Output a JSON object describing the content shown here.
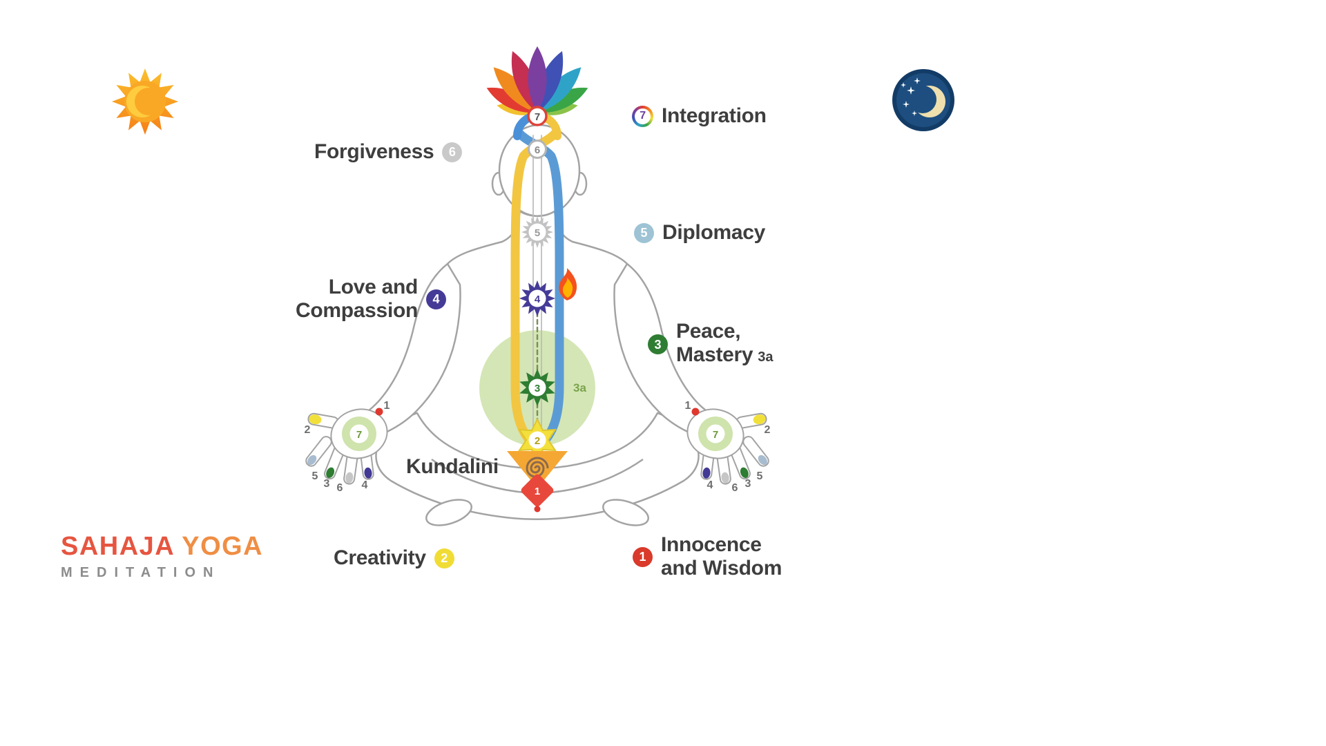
{
  "brand": {
    "primary": "SAHAJA",
    "secondary": "YOGA",
    "tagline": "MEDITATION"
  },
  "annotations": {
    "forgiveness": {
      "text": "Forgiveness",
      "number": "6"
    },
    "integration": {
      "text": "Integration",
      "number": "7"
    },
    "diplomacy": {
      "text": "Diplomacy",
      "number": "5"
    },
    "love": {
      "line1": "Love and",
      "line2": "Compassion",
      "number": "4"
    },
    "peace": {
      "line1": "Peace,",
      "line2": "Mastery",
      "sub": "3a",
      "number": "3"
    },
    "kundalini": {
      "text": "Kundalini"
    },
    "creativity": {
      "text": "Creativity",
      "number": "2"
    },
    "innocence": {
      "line1": "Innocence",
      "line2": "and Wisdom",
      "number": "1"
    }
  },
  "chakras": {
    "c1": "1",
    "c2": "2",
    "c3": "3",
    "c3a": "3a",
    "c4": "4",
    "c5": "5",
    "c6": "6",
    "c7": "7"
  },
  "hands": {
    "left": {
      "palm": "7",
      "index_tip": "1",
      "thumb": "2",
      "finger_row": [
        "5",
        "3",
        "6",
        "4"
      ]
    },
    "right": {
      "palm": "7",
      "index_tip": "1",
      "thumb": "2",
      "finger_row": [
        "4",
        "6",
        "3",
        "5"
      ]
    }
  },
  "colors": {
    "left_channel_yellow": "#f2c641",
    "right_channel_blue": "#5b9bd5",
    "chakra1_red": "#e8483b",
    "chakra2_yellow": "#f4e03c",
    "chakra3_green": "#2e7d32",
    "chakra4_purple": "#453b97",
    "chakra5_gray": "#c2c2c2",
    "void_green": "#cfe3ad",
    "brand_red": "#e65540",
    "brand_orange": "#ef8e44"
  }
}
